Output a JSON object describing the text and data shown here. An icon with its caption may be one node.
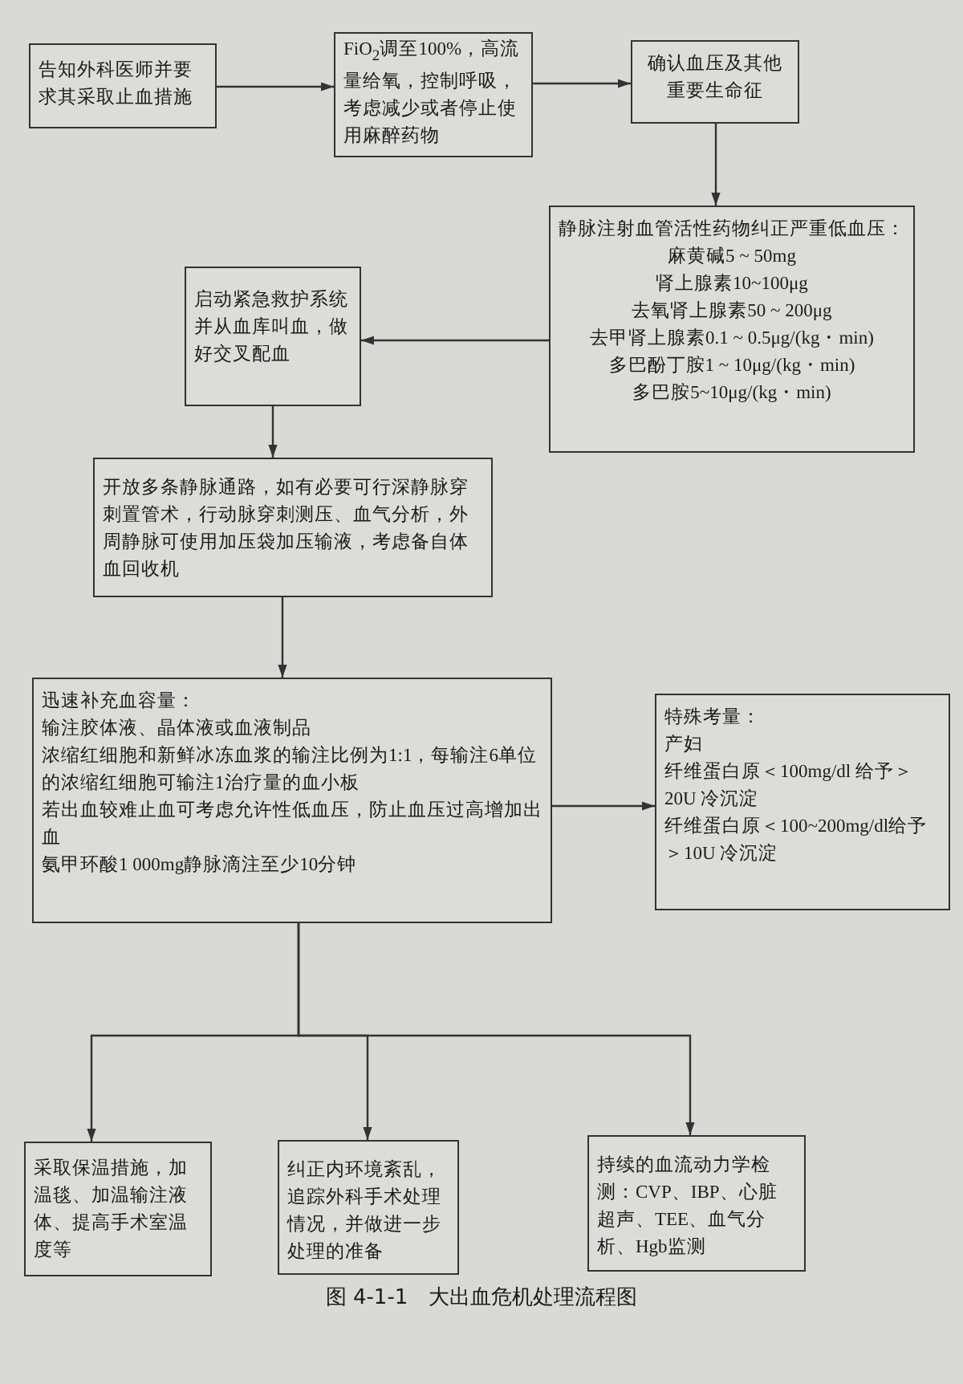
{
  "diagram": {
    "caption": "图 4-1-1　大出血危机处理流程图",
    "nodes": [
      {
        "text": [
          "告知外科医师并要求其采取止血措施"
        ]
      },
      {
        "text": [
          "FiO$_{2}$调至100%，高流量给氧，控制呼吸，考虑减少或者停止使用麻醉药物"
        ]
      },
      {
        "text": [
          "确认血压及其他重要生命征"
        ]
      },
      {
        "text": [
          "静脉注射血管活性药物纠正严重低血压：",
          "麻黄碱5 ~ 50mg",
          "肾上腺素10~100μg",
          "去氧肾上腺素50 ~ 200μg",
          "去甲肾上腺素0.1 ~ 0.5μg/(kg・min)",
          "多巴酚丁胺1 ~ 10μg/(kg・min)",
          "多巴胺5~10μg/(kg・min)"
        ]
      },
      {
        "text": [
          "启动紧急救护系统并从血库叫血，做好交叉配血"
        ]
      },
      {
        "text": [
          "开放多条静脉通路，如有必要可行深静脉穿刺置管术，行动脉穿刺测压、血气分析，外周静脉可使用加压袋加压输液，考虑备自体血回收机"
        ]
      },
      {
        "text": [
          "迅速补充血容量：",
          "输注胶体液、晶体液或血液制品",
          "浓缩红细胞和新鲜冰冻血浆的输注比例为1:1，每输注6单位的浓缩红细胞可输注1治疗量的血小板",
          "若出血较难止血可考虑允许性低血压，防止血压过高增加出血",
          "氨甲环酸1 000mg静脉滴注至少10分钟"
        ]
      },
      {
        "text": [
          "特殊考量：",
          "产妇",
          "纤维蛋白原＜100mg/dl 给予＞20U 冷沉淀",
          "纤维蛋白原＜100~200mg/dl给予＞10U 冷沉淀"
        ]
      },
      {
        "text": [
          "采取保温措施，加温毯、加温输注液体、提高手术室温度等"
        ]
      },
      {
        "text": [
          "纠正内环境紊乱，追踪外科手术处理情况，并做进一步处理的准备"
        ]
      },
      {
        "text": [
          "持续的血流动力学检测：CVP、IBP、心脏超声、TEE、血气分析、Hgb监测"
        ]
      }
    ],
    "edges": [
      {
        "from": 0,
        "to": 1,
        "arrow": "to"
      },
      {
        "from": 1,
        "to": 2,
        "arrow": "to"
      },
      {
        "from": 2,
        "to": 3,
        "arrow": "to"
      },
      {
        "from": 3,
        "to": 4,
        "arrow": "to"
      },
      {
        "from": 4,
        "to": 5,
        "arrow": "to"
      },
      {
        "from": 5,
        "to": 6,
        "arrow": "to"
      },
      {
        "from": 6,
        "to": 7,
        "arrow": "to"
      },
      {
        "from": 6,
        "to": 8,
        "arrow": "to"
      },
      {
        "from": 6,
        "to": 9,
        "arrow": "to"
      },
      {
        "from": 6,
        "to": 10,
        "arrow": "to"
      }
    ]
  }
}
